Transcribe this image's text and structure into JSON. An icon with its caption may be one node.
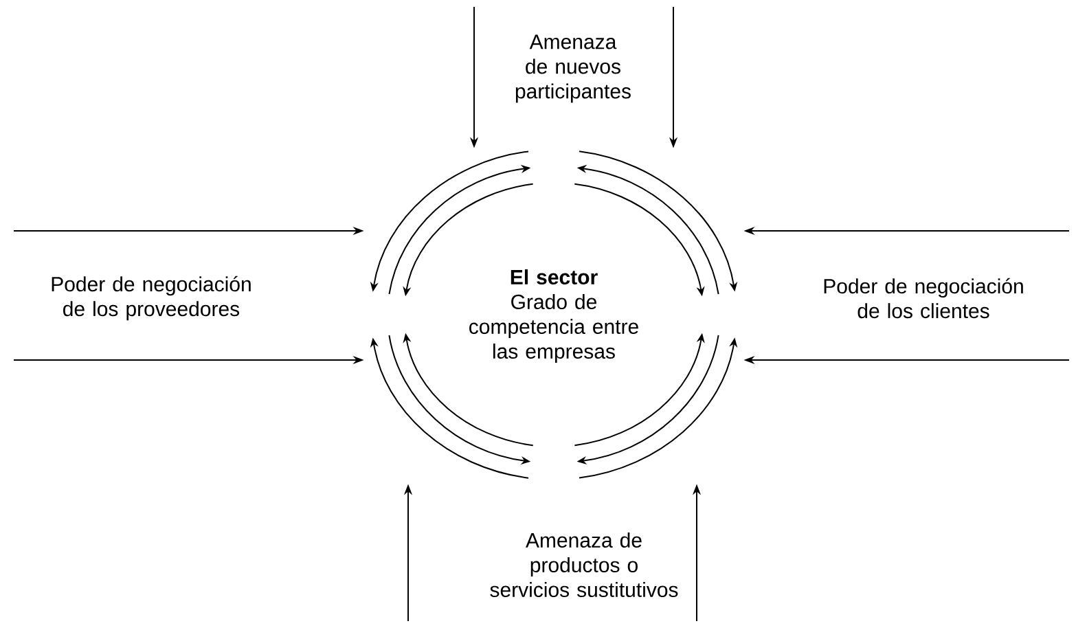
{
  "diagram": {
    "nodes": [
      {
        "text": [
          "Amenaza de nuevos participantes"
        ]
      },
      {
        "text": [
          "Poder de negociación de los proveedores"
        ]
      },
      {
        "text": [
          "El sector",
          "Grado de competencia entre las empresas"
        ]
      },
      {
        "text": [
          "Poder de negociación de los clientes"
        ]
      },
      {
        "text": [
          "Amenaza de productos o servicios sustitutivos"
        ]
      }
    ],
    "edges": [
      {
        "from": 0,
        "to": 2,
        "arrow": "to"
      },
      {
        "from": 0,
        "to": 2,
        "arrow": "to"
      },
      {
        "from": 1,
        "to": 2,
        "arrow": "to"
      },
      {
        "from": 1,
        "to": 2,
        "arrow": "to"
      },
      {
        "from": 3,
        "to": 2,
        "arrow": "to"
      },
      {
        "from": 3,
        "to": 2,
        "arrow": "to"
      },
      {
        "from": 4,
        "to": 2,
        "arrow": "to"
      },
      {
        "from": 4,
        "to": 2,
        "arrow": "to"
      }
    ]
  }
}
